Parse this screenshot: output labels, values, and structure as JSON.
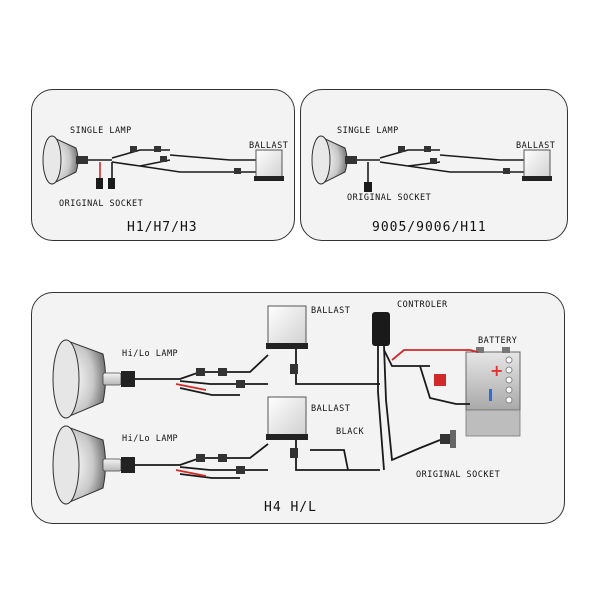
{
  "panel_h1": {
    "single_lamp": "SINGLE LAMP",
    "ballast": "BALLAST",
    "original_socket": "ORIGINAL SOCKET",
    "caption": "H1/H7/H3"
  },
  "panel_9005": {
    "single_lamp": "SINGLE LAMP",
    "ballast": "BALLAST",
    "original_socket": "ORIGINAL SOCKET",
    "caption": "9005/9006/H11"
  },
  "panel_h4": {
    "hilo_lamp_top": "Hi/Lo LAMP",
    "hilo_lamp_bottom": "Hi/Lo LAMP",
    "ballast_top": "BALLAST",
    "ballast_bottom": "BALLAST",
    "controler": "CONTROLER",
    "battery": "BATTERY",
    "black": "BLACK",
    "original_socket": "ORIGINAL SOCKET",
    "caption": "H4 H/L"
  },
  "colors": {
    "wire": "#1a1a1a",
    "red_wire": "#d22a2a",
    "battery_red": "#e53030",
    "battery_blue": "#2a6fd6",
    "panel_bg": "#f3f3f3"
  }
}
